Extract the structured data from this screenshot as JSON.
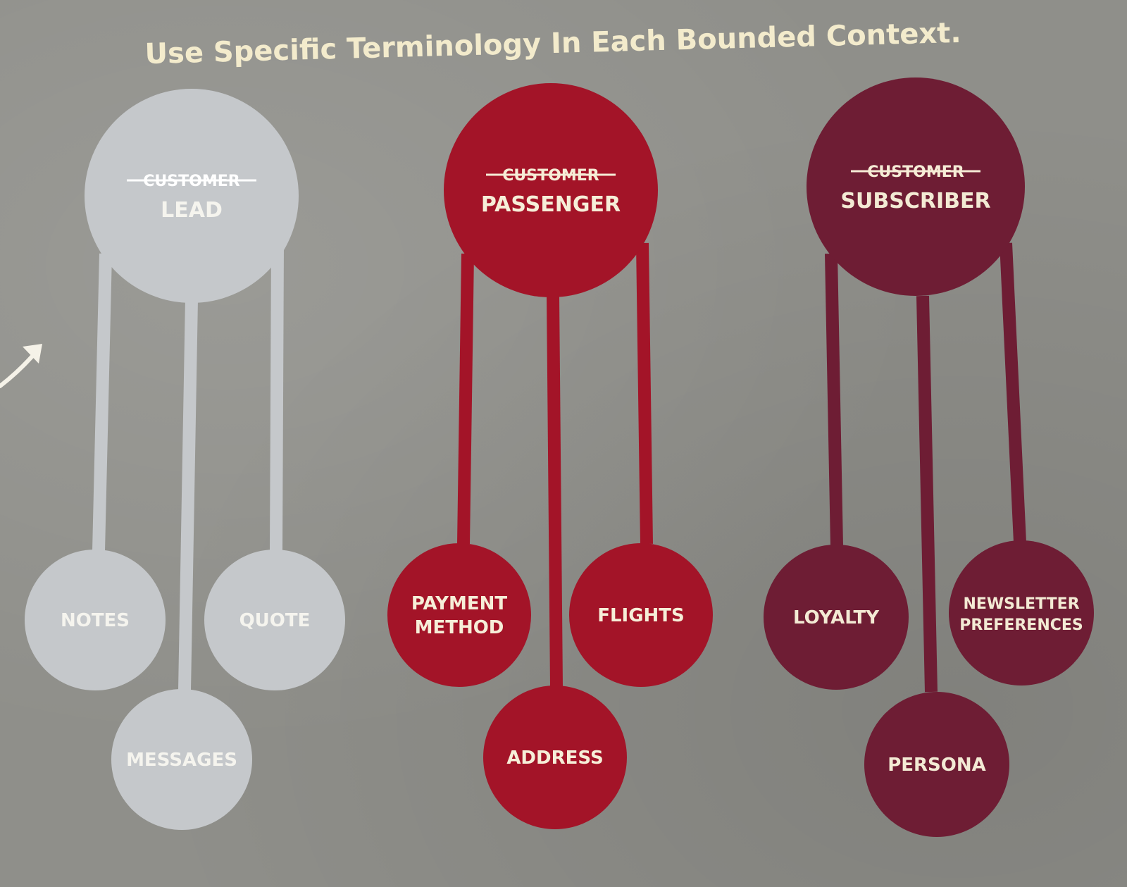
{
  "title": "Use Specific Terminology In Each Bounded Context.",
  "colors": {
    "background": "#8f8f8a",
    "title_text": "#f3ebcc",
    "label_text": "#f5ecd2",
    "lead": "#c5c8cb",
    "passenger": "#a31428",
    "subscriber": "#6e1d34"
  },
  "contexts": [
    {
      "id": "lead",
      "crossed_out": "CUSTOMER",
      "term": "LEAD",
      "children": [
        "NOTES",
        "QUOTE",
        "MESSAGES"
      ]
    },
    {
      "id": "passenger",
      "crossed_out": "CUSTOMER",
      "term": "PASSENGER",
      "children": [
        "PAYMENT\nMETHOD",
        "FLIGHTS",
        "ADDRESS"
      ]
    },
    {
      "id": "subscriber",
      "crossed_out": "CUSTOMER",
      "term": "SUBSCRIBER",
      "children": [
        "LOYALTY",
        "NEWSLETTER\nPREFERENCES",
        "PERSONA"
      ]
    }
  ]
}
